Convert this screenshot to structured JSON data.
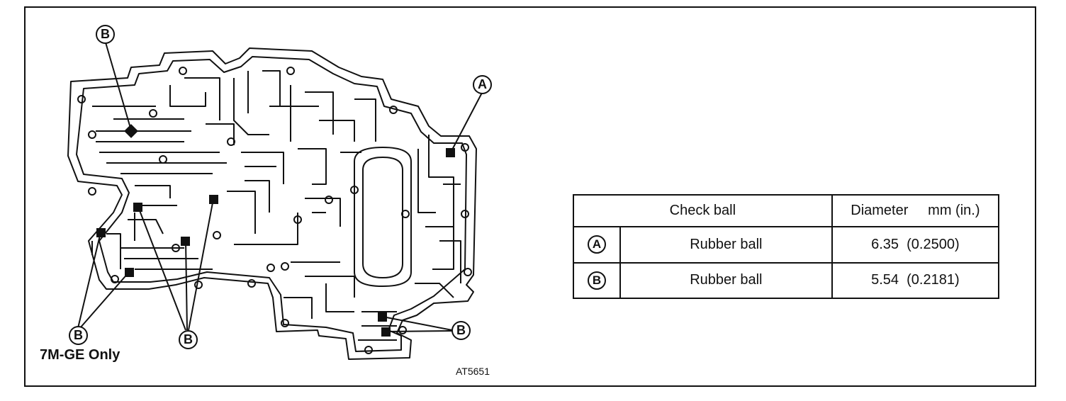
{
  "callouts": {
    "top_left": "B",
    "right": "A",
    "bottom_left": "B",
    "bottom_middle": "B",
    "bottom_right": "B"
  },
  "caption": "7M-GE Only",
  "figure_code": "AT5651",
  "table": {
    "header_check_ball": "Check ball",
    "header_diameter": "Diameter     mm (in.)",
    "rows": [
      {
        "mark": "A",
        "type": "Rubber ball",
        "diameter": "6.35  (0.2500)"
      },
      {
        "mark": "B",
        "type": "Rubber ball",
        "diameter": "5.54  (0.2181)"
      }
    ]
  },
  "colors": {
    "ink": "#111111",
    "background": "#ffffff"
  }
}
